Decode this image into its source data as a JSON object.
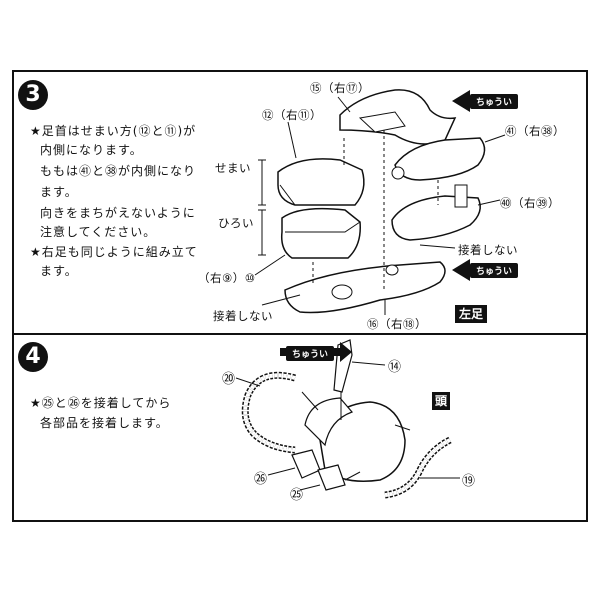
{
  "step3": {
    "number": "3",
    "lines": [
      "★足首はせまい方(⑫と⑪)が",
      "内側になります。",
      "ももは㊶と㊳が内側になり",
      "ます。",
      "向きをまちがえないように",
      "注意してください。",
      "★右足も同じように組み立て",
      "ます。"
    ],
    "labels": {
      "p15": "⑮（右⑰）",
      "p12": "⑫（右⑪）",
      "p41": "㊶（右㊳）",
      "p40": "㊵（右㊴）",
      "p9": "（右⑨）⑩",
      "p16": "⑯（右⑱）",
      "narrow": "せまい",
      "wide": "ひろい",
      "no_glue_1": "接着しない",
      "no_glue_2": "接着しない",
      "caution_1": "ちゅうい",
      "caution_2": "ちゅうい",
      "part_name": "左足"
    }
  },
  "step4": {
    "number": "4",
    "lines": [
      "★㉕と㉖を接着してから",
      "各部品を接着します。"
    ],
    "labels": {
      "p14": "⑭",
      "p20": "⑳",
      "p26": "㉖",
      "p25": "㉕",
      "p19": "⑲",
      "caution": "ちゅうい",
      "part_name": "頭"
    }
  }
}
